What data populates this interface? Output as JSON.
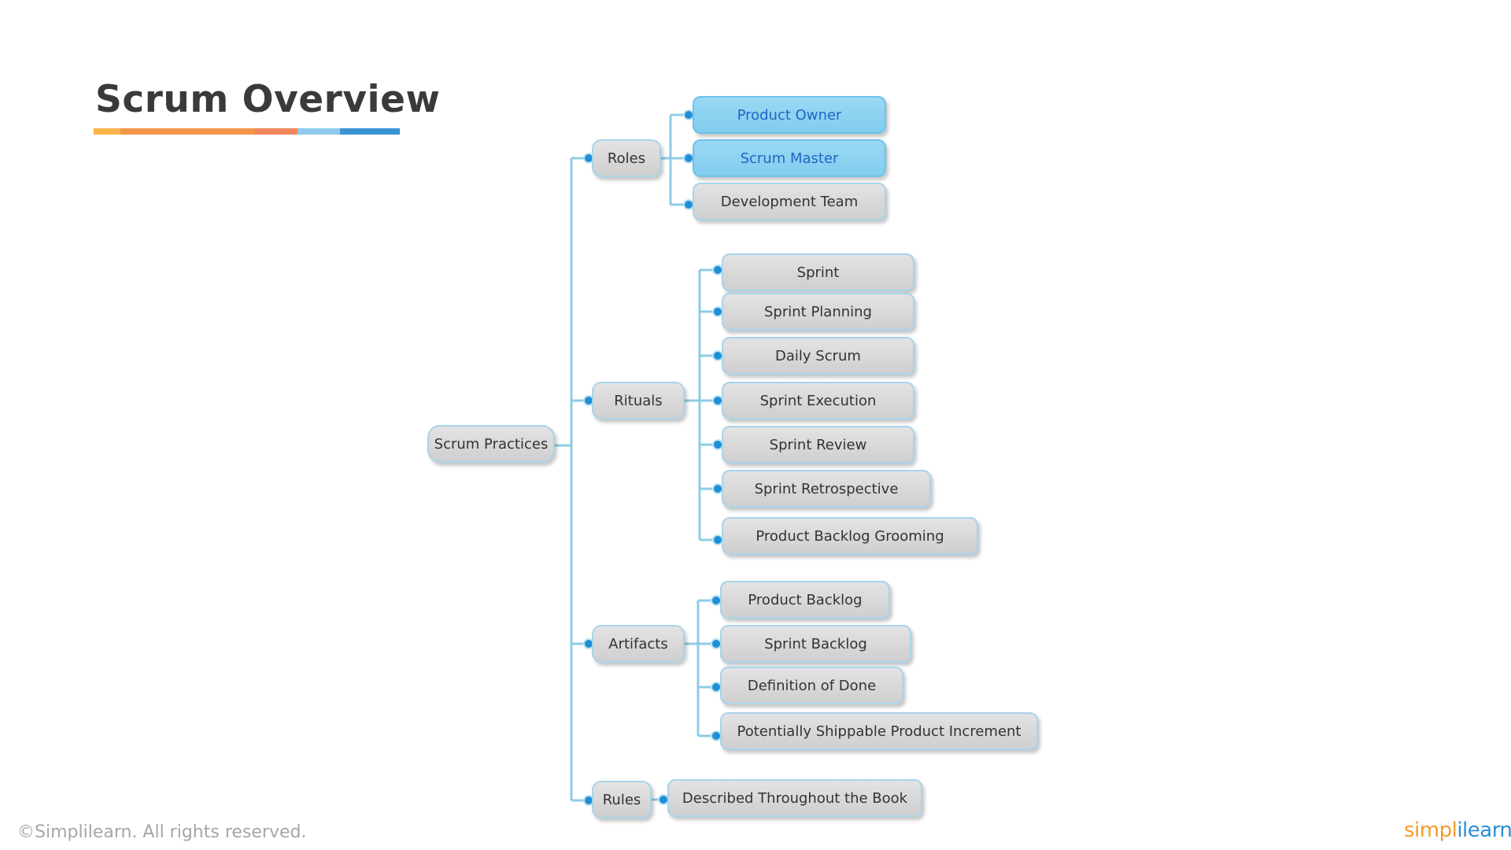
{
  "title": "Scrum Overview",
  "title_bar_colors": [
    "#f9b44a",
    "#f39548",
    "#f28660",
    "#8ccbe9",
    "#3a93d4"
  ],
  "colors": {
    "connector": "#8fcbe6",
    "dot": "#1f8fd6",
    "node_fill": "#d8d8d8",
    "node_border": "#a8d4ea",
    "highlight_fill": "#8fd3f1",
    "highlight_text": "#1f66c4"
  },
  "diagram": {
    "root": "Scrum Practices",
    "categories": [
      {
        "label": "Roles",
        "children": [
          {
            "label": "Product Owner",
            "highlight": true
          },
          {
            "label": "Scrum Master",
            "highlight": true
          },
          {
            "label": "Development Team",
            "highlight": false
          }
        ]
      },
      {
        "label": "Rituals",
        "children": [
          {
            "label": "Sprint",
            "highlight": false
          },
          {
            "label": "Sprint Planning",
            "highlight": false
          },
          {
            "label": "Daily Scrum",
            "highlight": false
          },
          {
            "label": "Sprint Execution",
            "highlight": false
          },
          {
            "label": "Sprint Review",
            "highlight": false
          },
          {
            "label": "Sprint Retrospective",
            "highlight": false
          },
          {
            "label": "Product Backlog Grooming",
            "highlight": false
          }
        ]
      },
      {
        "label": "Artifacts",
        "children": [
          {
            "label": "Product Backlog",
            "highlight": false
          },
          {
            "label": "Sprint Backlog",
            "highlight": false
          },
          {
            "label": "Definition of Done",
            "highlight": false
          },
          {
            "label": "Potentially Shippable Product Increment",
            "highlight": false
          }
        ]
      },
      {
        "label": "Rules",
        "children": [
          {
            "label": "Described Throughout the Book",
            "highlight": false
          }
        ]
      }
    ]
  },
  "footer": {
    "copyright": "©Simplilearn. All rights reserved.",
    "logo_part1": "simpl",
    "logo_part2": "ilearn"
  }
}
